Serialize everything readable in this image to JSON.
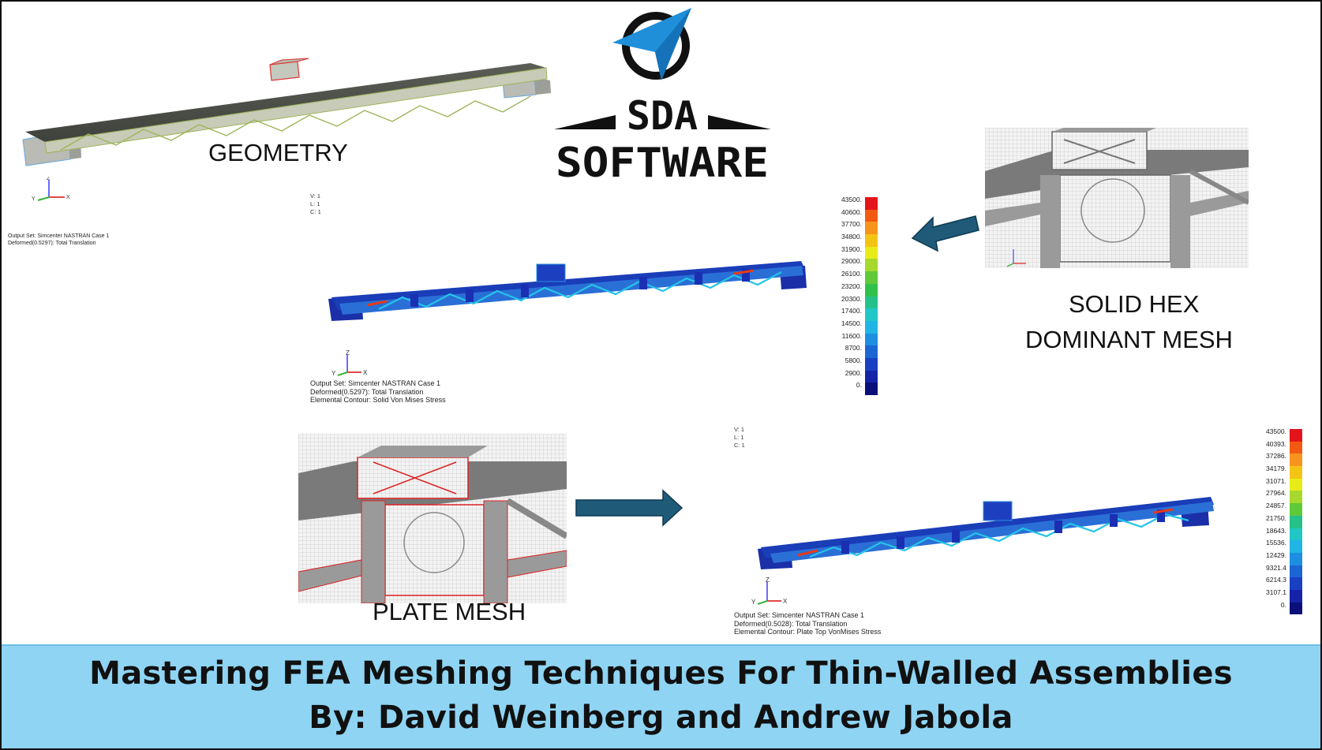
{
  "labels": {
    "geometry": "GEOMETRY",
    "solid_line1": "SOLID HEX",
    "solid_line2": "DOMINANT MESH",
    "plate": "PLATE MESH"
  },
  "logo": {
    "line1": "SDA",
    "line2": "SOFTWARE",
    "color_primary": "#1e8fd8",
    "color_dark": "#111111"
  },
  "banner": {
    "title": "Mastering FEA Meshing Techniques For Thin-Walled Assemblies",
    "byline": "By: David Weinberg and Andrew Jabola",
    "color": "#8fd4f3"
  },
  "view1": {
    "vlc": [
      "V: 1",
      "L: 1",
      "C: 1"
    ],
    "output": [
      "Output Set: Simcenter NASTRAN Case 1",
      "Deformed(0.5297): Total Translation"
    ]
  },
  "view2": {
    "output": [
      "Output Set: Simcenter NASTRAN Case 1",
      "Deformed(0.5297): Total Translation",
      "Elemental Contour: Solid Von Mises Stress"
    ],
    "legend": [
      "43500.",
      "40600.",
      "37700.",
      "34800.",
      "31900.",
      "29000.",
      "26100.",
      "23200.",
      "20300.",
      "17400.",
      "14500.",
      "11600.",
      "8700.",
      "5800.",
      "2900.",
      "0."
    ]
  },
  "view3": {
    "vlc": [
      "V: 1",
      "L: 1",
      "C: 1"
    ],
    "output": [
      "Output Set: Simcenter NASTRAN Case 1",
      "Deformed(0.5028): Total Translation",
      "Elemental Contour: Plate Top VonMises Stress"
    ],
    "legend": [
      "43500.",
      "40393.",
      "37286.",
      "34179.",
      "31071.",
      "27964.",
      "24857.",
      "21750.",
      "18643.",
      "15536.",
      "12429.",
      "9321.4",
      "6214.3",
      "3107.1",
      "0."
    ]
  },
  "legend_colors": [
    "#e3141b",
    "#f25a12",
    "#f7941d",
    "#f4c414",
    "#e7ec19",
    "#a6d82d",
    "#5fc93a",
    "#2fc14a",
    "#26c18a",
    "#21c7c7",
    "#20b5e4",
    "#1d8fe0",
    "#1b66d3",
    "#1a40c2",
    "#1524a6",
    "#0a0f7a"
  ],
  "axes": {
    "x": "X",
    "y": "Y",
    "z": "Z"
  }
}
